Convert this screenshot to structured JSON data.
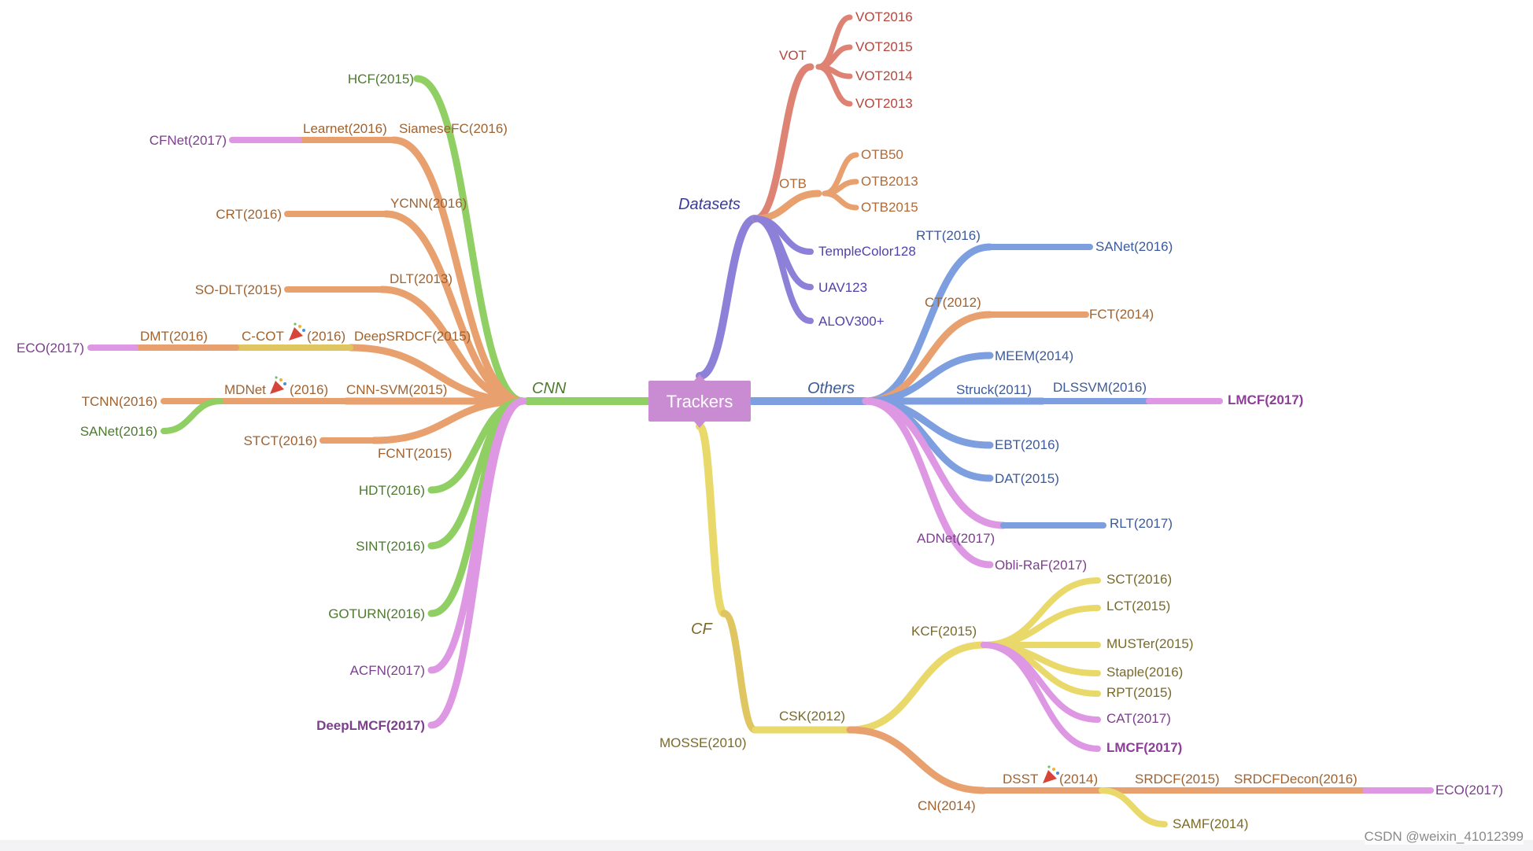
{
  "root": {
    "label": "Trackers",
    "color": "#c98bd2"
  },
  "colors": {
    "red": "#de8273",
    "orange": "#e7a06e",
    "purple": "#8d80d8",
    "blue": "#7d9fe0",
    "green": "#8fcf63",
    "yellow": "#e9d96a",
    "pink": "#dd97e3",
    "mustard": "#e0c660"
  },
  "watermark": "CSDN @weixin_41012399",
  "branches": {
    "datasets": "Datasets",
    "cnn": "CNN",
    "others": "Others",
    "cf": "CF"
  },
  "labels": {
    "vot": "VOT",
    "vot2016": "VOT2016",
    "vot2015": "VOT2015",
    "vot2014": "VOT2014",
    "vot2013": "VOT2013",
    "otb": "OTB",
    "otb50": "OTB50",
    "otb2013": "OTB2013",
    "otb2015": "OTB2015",
    "templecolor": "TempleColor128",
    "uav123": "UAV123",
    "alov300": "ALOV300+",
    "hcf": "HCF(2015)",
    "siamesefc": "SiameseFC(2016)",
    "learnet": "Learnet(2016)",
    "cfnet": "CFNet(2017)",
    "ycnn": "YCNN(2016)",
    "crt": "CRT(2016)",
    "dlt": "DLT(2013)",
    "sodlt": "SO-DLT(2015)",
    "deepsrdcf": "DeepSRDCF(2015)",
    "ccot": "C-COT",
    "ccot_year": "(2016)",
    "dmt": "DMT(2016)",
    "eco_left": "ECO(2017)",
    "cnnsvm": "CNN-SVM(2015)",
    "mdnet": "MDNet",
    "mdnet_year": "(2016)",
    "tcnn": "TCNN(2016)",
    "sanet_left": "SANet(2016)",
    "fcnt": "FCNT(2015)",
    "stct": "STCT(2016)",
    "hdt": "HDT(2016)",
    "sint": "SINT(2016)",
    "goturn": "GOTURN(2016)",
    "acfn": "ACFN(2017)",
    "deeplmcf": "DeepLMCF(2017)",
    "rtt": "RTT(2016)",
    "sanet_right": "SANet(2016)",
    "ct": "CT(2012)",
    "fct": "FCT(2014)",
    "meem": "MEEM(2014)",
    "struck": "Struck(2011)",
    "dlssvm": "DLSSVM(2016)",
    "lmcf_others": "LMCF(2017)",
    "ebt": "EBT(2016)",
    "dat": "DAT(2015)",
    "rlt": "RLT(2017)",
    "adnet": "ADNet(2017)",
    "obliraf": "Obli-RaF(2017)",
    "mosse": "MOSSE(2010)",
    "csk": "CSK(2012)",
    "kcf": "KCF(2015)",
    "sct": "SCT(2016)",
    "lct": "LCT(2015)",
    "muster": "MUSTer(2015)",
    "staple": "Staple(2016)",
    "rpt": "RPT(2015)",
    "cat": "CAT(2017)",
    "lmcf_cf": "LMCF(2017)",
    "cn": "CN(2014)",
    "dsst": "DSST",
    "dsst_year": "(2014)",
    "srdcf": "SRDCF(2015)",
    "srdcfdecon": "SRDCFDecon(2016)",
    "eco_right": "ECO(2017)",
    "samf": "SAMF(2014)"
  }
}
